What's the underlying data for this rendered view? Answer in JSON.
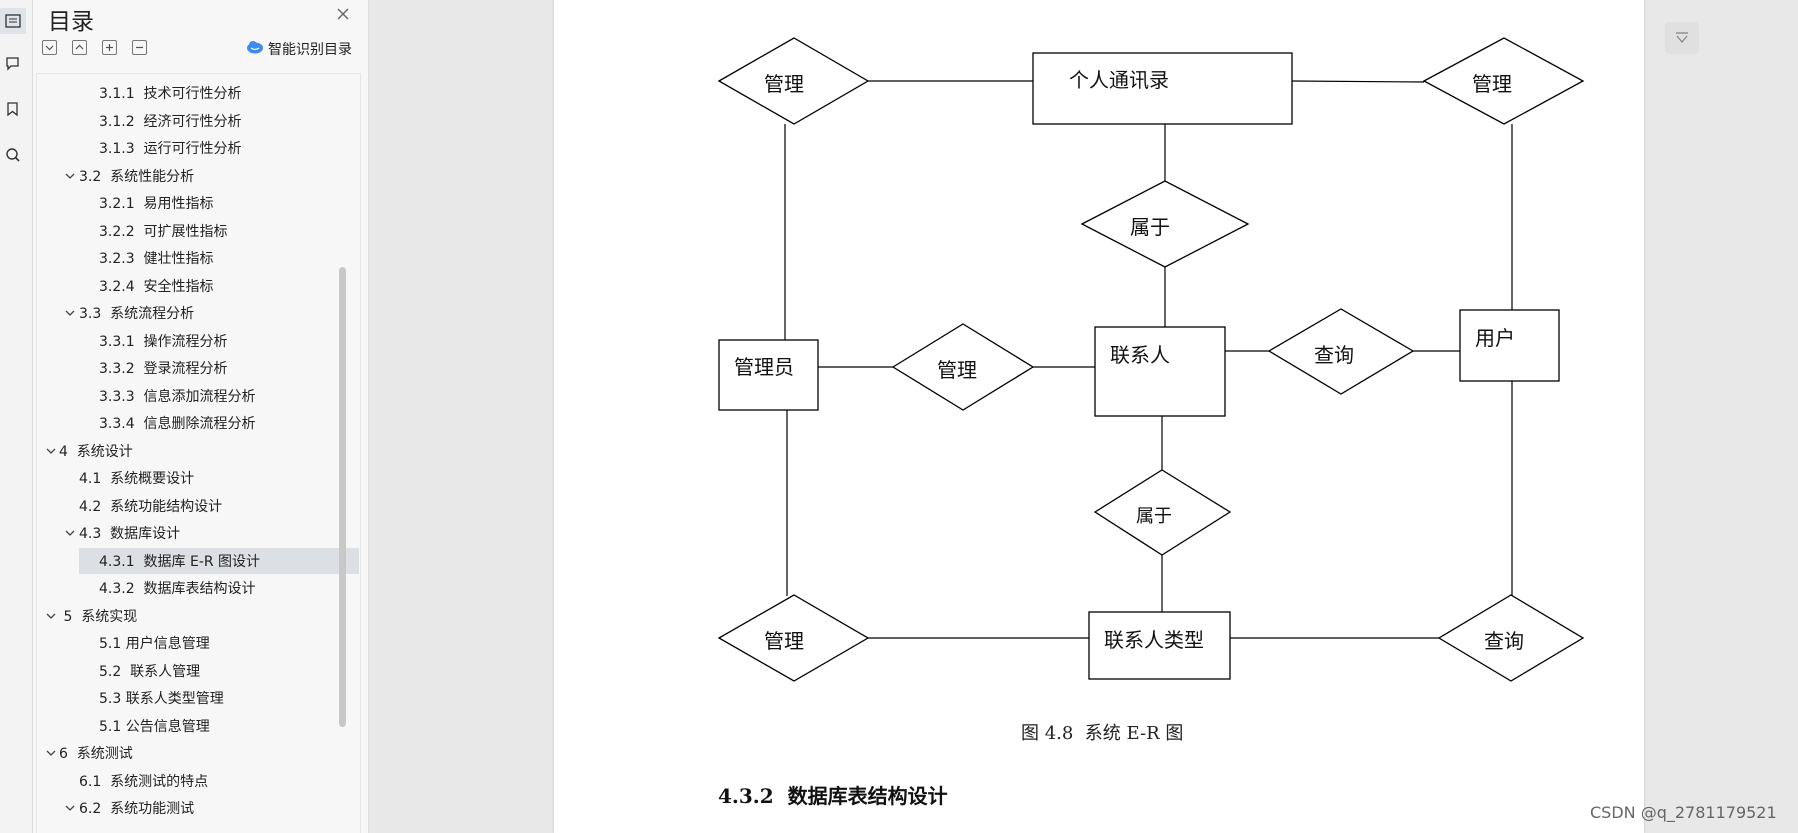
{
  "toc": {
    "title": "目录",
    "smart_label": "智能识别目录",
    "items": [
      {
        "label": "3.1.1  技术可行性分析",
        "level": 2,
        "expanded": null
      },
      {
        "label": "3.1.2  经济可行性分析",
        "level": 2,
        "expanded": null
      },
      {
        "label": "3.1.3  运行可行性分析",
        "level": 2,
        "expanded": null
      },
      {
        "label": "3.2  系统性能分析",
        "level": 1,
        "expanded": true
      },
      {
        "label": "3.2.1  易用性指标",
        "level": 2,
        "expanded": null
      },
      {
        "label": "3.2.2  可扩展性指标",
        "level": 2,
        "expanded": null
      },
      {
        "label": "3.2.3  健壮性指标",
        "level": 2,
        "expanded": null
      },
      {
        "label": "3.2.4  安全性指标",
        "level": 2,
        "expanded": null
      },
      {
        "label": "3.3  系统流程分析",
        "level": 1,
        "expanded": true
      },
      {
        "label": "3.3.1  操作流程分析",
        "level": 2,
        "expanded": null
      },
      {
        "label": "3.3.2  登录流程分析",
        "level": 2,
        "expanded": null
      },
      {
        "label": "3.3.3  信息添加流程分析",
        "level": 2,
        "expanded": null
      },
      {
        "label": "3.3.4  信息删除流程分析",
        "level": 2,
        "expanded": null
      },
      {
        "label": "4  系统设计",
        "level": 0,
        "expanded": true
      },
      {
        "label": "4.1  系统概要设计",
        "level": 1,
        "expanded": null
      },
      {
        "label": "4.2  系统功能结构设计",
        "level": 1,
        "expanded": null
      },
      {
        "label": "4.3  数据库设计",
        "level": 1,
        "expanded": true
      },
      {
        "label": "4.3.1  数据库 E-R 图设计",
        "level": 2,
        "expanded": null,
        "selected": true
      },
      {
        "label": "4.3.2  数据库表结构设计",
        "level": 2,
        "expanded": null
      },
      {
        "label": " 5  系统实现",
        "level": 0,
        "expanded": true
      },
      {
        "label": "5.1 用户信息管理",
        "level": 2,
        "expanded": null
      },
      {
        "label": "5.2  联系人管理",
        "level": 2,
        "expanded": null
      },
      {
        "label": "5.3 联系人类型管理",
        "level": 2,
        "expanded": null
      },
      {
        "label": "5.1 公告信息管理",
        "level": 2,
        "expanded": null
      },
      {
        "label": "6  系统测试",
        "level": 0,
        "expanded": true
      },
      {
        "label": "6.1  系统测试的特点",
        "level": 1,
        "expanded": null
      },
      {
        "label": "6.2  系统功能测试",
        "level": 1,
        "expanded": true
      }
    ]
  },
  "er": {
    "entities": {
      "contacts_book": "个人通讯录",
      "admin": "管理员",
      "contact": "联系人",
      "user": "用户",
      "contact_type": "联系人类型"
    },
    "relations": {
      "manage_tl": "管理",
      "manage_tr": "管理",
      "belong_top": "属于",
      "manage_mid": "管理",
      "query_mid": "查询",
      "belong_bot": "属于",
      "manage_bl": "管理",
      "query_br": "查询"
    }
  },
  "document": {
    "caption": "图 4.8  系统 E-R 图",
    "section_heading": "4.3.2  数据库表结构设计"
  },
  "watermark": "CSDN @q_2781179521"
}
